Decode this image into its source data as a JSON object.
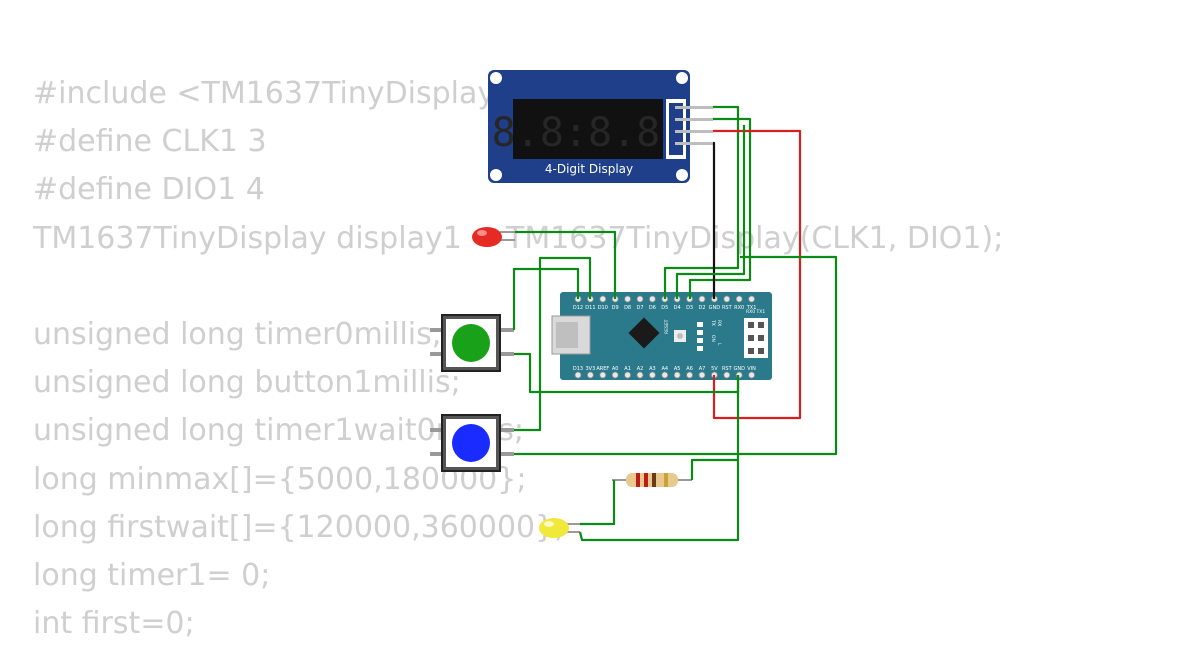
{
  "code_lines": [
    "#include <TM1637TinyDisplay.h>",
    "#define CLK1 3",
    "#define DIO1 4",
    "TM1637TinyDisplay display1 = TM1637TinyDisplay(CLK1, DIO1);",
    "",
    "unsigned long timer0millis;",
    "unsigned long button1millis;",
    "unsigned long timer1wait0millis;",
    "long minmax[]={5000,180000};",
    "long firstwait[]={120000,360000};",
    "long timer1= 0;",
    "int first=0;"
  ],
  "display": {
    "label": "4-Digit Display",
    "digits": "8.8:8.8."
  },
  "arduino": {
    "top_pins": [
      "D12",
      "D11",
      "D10",
      "D9",
      "D8",
      "D7",
      "D6",
      "D5",
      "D4",
      "D3",
      "D2",
      "GND",
      "RST",
      "RX0",
      "TX1"
    ],
    "bottom_pins": [
      "D13",
      "3V3",
      "AREF",
      "A0",
      "A1",
      "A2",
      "A3",
      "A4",
      "A5",
      "A6",
      "A7",
      "5V",
      "RST",
      "GND",
      "VIN"
    ],
    "leds": [
      "TX",
      "RX",
      "ON",
      "L"
    ],
    "reset_label": "RESET",
    "header_label": "RX0 TX1"
  },
  "components": {
    "led_red_color": "#e52b24",
    "led_yellow_color": "#f0e83a",
    "button_green_color": "#1aa11a",
    "button_blue_color": "#1a2bff"
  },
  "colors": {
    "wire_green": "#0b8a16",
    "wire_red": "#d42020",
    "wire_black": "#111111",
    "board": "#2b7a8c",
    "display_board": "#1f3f8a"
  }
}
